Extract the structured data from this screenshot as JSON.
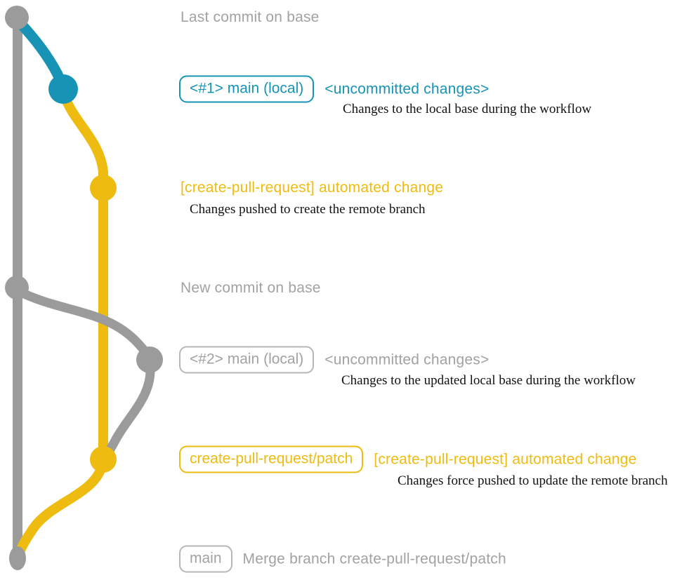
{
  "colors": {
    "background": "#ffffff",
    "gray": "#9b9b9b",
    "gray_text": "#a2a2a2",
    "gray_border": "#b7b7b7",
    "blue": "#1794b5",
    "yellow": "#eebc10",
    "caption": "#121212"
  },
  "annotations": {
    "last_commit": {
      "label": "Last commit on base"
    },
    "uncommitted_1": {
      "badge": "<#1> main (local)",
      "tag": "<uncommitted changes>",
      "caption": "Changes to the local base during the workflow"
    },
    "automated_1": {
      "label": "[create-pull-request] automated change",
      "caption": "Changes pushed to create the remote branch"
    },
    "new_commit": {
      "label": "New commit on base"
    },
    "uncommitted_2": {
      "badge": "<#2> main (local)",
      "tag": "<uncommitted changes>",
      "caption": "Changes to the updated local base during the workflow"
    },
    "automated_2": {
      "badge": "create-pull-request/patch",
      "label": "[create-pull-request] automated change",
      "caption": "Changes force pushed to update the remote branch"
    },
    "merge": {
      "badge": "main",
      "label": "Merge branch create-pull-request/patch"
    }
  }
}
